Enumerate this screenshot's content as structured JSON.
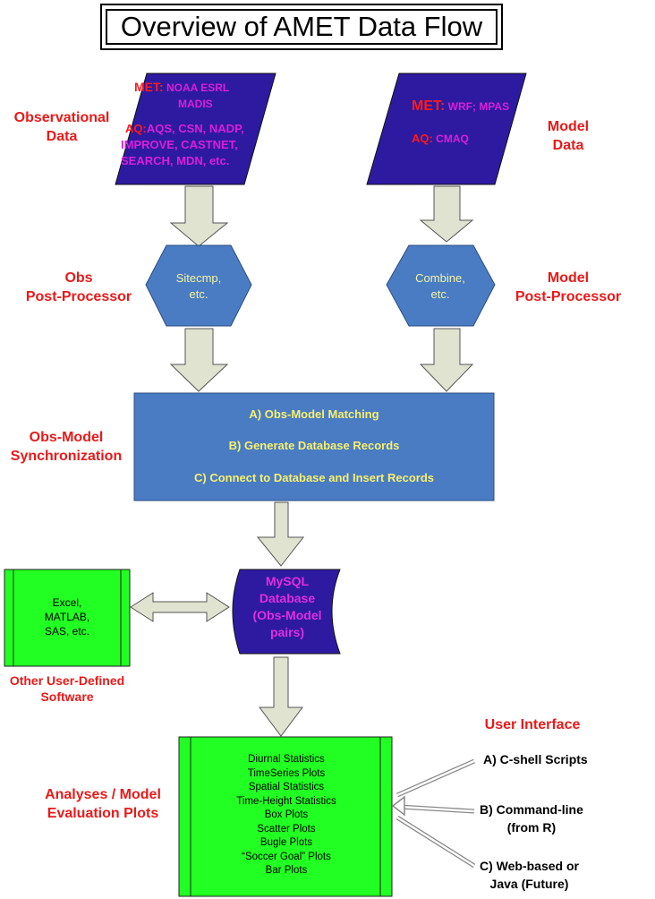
{
  "title": "Overview of AMET Data Flow",
  "obs_data": {
    "label_line1": "Observational",
    "label_line2": "Data",
    "met_prefix": "MET:",
    "met_line1": " NOAA ESRL",
    "met_line2": "MADIS",
    "aq_prefix": "AQ:",
    "aq_line1": "AQS, CSN, NADP,",
    "aq_line2": "IMPROVE, CASTNET,",
    "aq_line3": "SEARCH, MDN, etc."
  },
  "model_data": {
    "label_line1": "Model",
    "label_line2": "Data",
    "met_prefix": "MET:",
    "met_text": " WRF; MPAS",
    "aq_prefix": "AQ:",
    "aq_text": " CMAQ"
  },
  "obs_post": {
    "label_line1": "Obs",
    "label_line2": "Post-Processor",
    "hex_line1": "Sitecmp,",
    "hex_line2": "etc."
  },
  "model_post": {
    "label_line1": "Model",
    "label_line2": "Post-Processor",
    "hex_line1": "Combine,",
    "hex_line2": "etc."
  },
  "sync": {
    "label_line1": "Obs-Model",
    "label_line2": "Synchronization",
    "steps": [
      "A) Obs-Model Matching",
      "B) Generate Database Records",
      "C) Connect to Database and Insert Records"
    ]
  },
  "database": {
    "lines": [
      "MySQL",
      "Database",
      "(Obs-Model",
      "pairs)"
    ]
  },
  "other_software": {
    "box_lines": [
      "Excel,",
      "MATLAB,",
      "SAS, etc."
    ],
    "label_line1": "Other User-Defined",
    "label_line2": "Software"
  },
  "analyses": {
    "label_line1": "Analyses / Model",
    "label_line2": "Evaluation Plots",
    "items": [
      "Diurnal Statistics",
      "TimeSeries Plots",
      "Spatial Statistics",
      "Time-Height Statistics",
      "Box Plots",
      "Scatter Plots",
      "Bugle Plots",
      "“Soccer Goal” Plots",
      "Bar Plots"
    ]
  },
  "user_interface": {
    "label": "User Interface",
    "a": "A) C-shell Scripts",
    "b_line1": "B) Command-line",
    "b_line2": "(from R)",
    "c_line1": "C) Web-based or",
    "c_line2": "Java (Future)"
  },
  "colors": {
    "label_red": "#e81a1a",
    "navy": "#2e1aa0",
    "blue": "#4a7cc4",
    "green": "#22ff22",
    "arrow_fill": "#dfe3cf"
  }
}
